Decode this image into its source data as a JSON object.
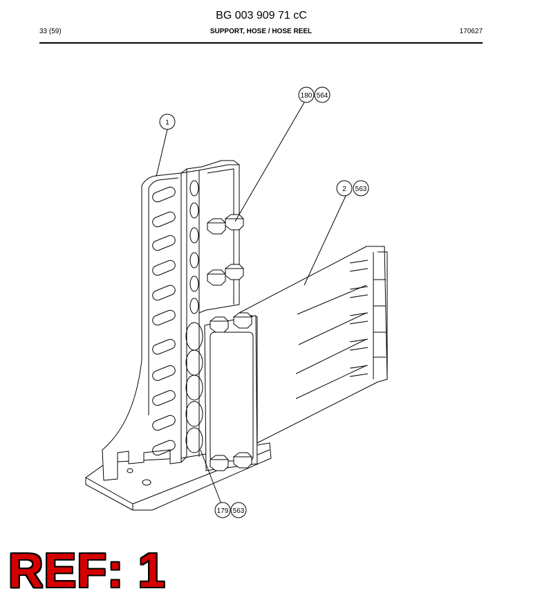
{
  "header": {
    "doc_number": "BG 003 909 71 cC",
    "page": "33 (59)",
    "section_title": "SUPPORT, HOSE / HOSE REEL",
    "date": "170627"
  },
  "callouts": {
    "c1": "1",
    "c180": "180",
    "c564": "564",
    "c2": "2",
    "c563a": "563",
    "c179": "179",
    "c563b": "563"
  },
  "ref_label": "REF: 1"
}
